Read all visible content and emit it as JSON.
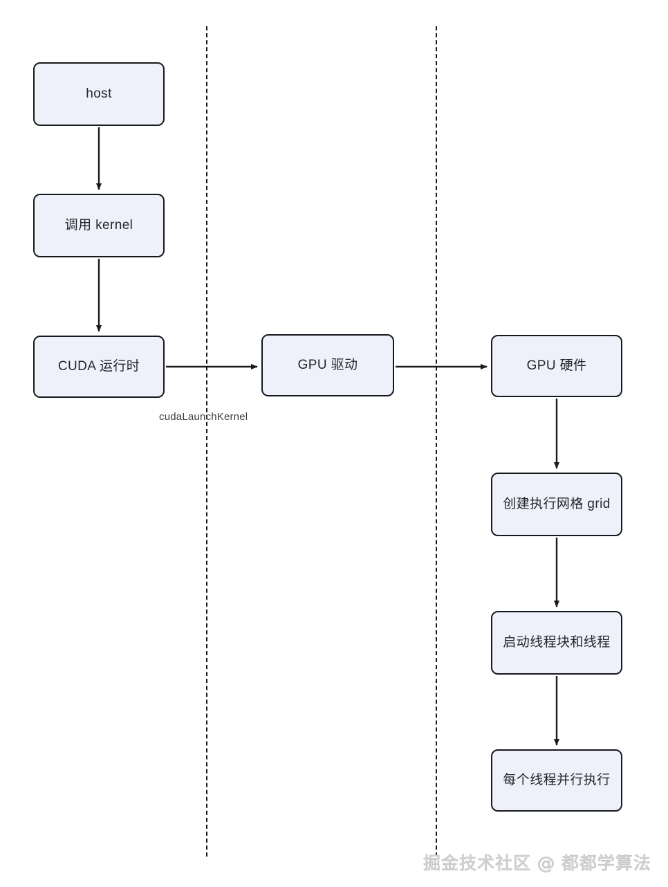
{
  "diagram": {
    "title": "CUDA kernel launch flow",
    "background_color": "#ffffff",
    "node_fill_color": "#eef1f9",
    "node_border_color": "#16181d",
    "arrow_color": "#1a1a1a",
    "divider_color": "#1a1a1a",
    "nodes": [
      {
        "id": "host",
        "label": "host"
      },
      {
        "id": "call_kernel",
        "label": "调用 kernel"
      },
      {
        "id": "cuda_runtime",
        "label": "CUDA 运行时"
      },
      {
        "id": "gpu_driver",
        "label": "GPU 驱动"
      },
      {
        "id": "gpu_hardware",
        "label": "GPU 硬件"
      },
      {
        "id": "create_grid",
        "label": "创建执行网格 grid"
      },
      {
        "id": "launch_blocks",
        "label": "启动线程块和线程"
      },
      {
        "id": "threads_parallel",
        "label": "每个线程并行执行"
      }
    ],
    "edges": [
      {
        "from": "host",
        "to": "call_kernel",
        "label": ""
      },
      {
        "from": "call_kernel",
        "to": "cuda_runtime",
        "label": ""
      },
      {
        "from": "cuda_runtime",
        "to": "gpu_driver",
        "label": "cudaLaunchKernel"
      },
      {
        "from": "gpu_driver",
        "to": "gpu_hardware",
        "label": ""
      },
      {
        "from": "gpu_hardware",
        "to": "create_grid",
        "label": ""
      },
      {
        "from": "create_grid",
        "to": "launch_blocks",
        "label": ""
      },
      {
        "from": "launch_blocks",
        "to": "threads_parallel",
        "label": ""
      }
    ],
    "edge_labels": {
      "cuda_launch_kernel": "cudaLaunchKernel"
    },
    "dividers": [
      {
        "id": "divider-1",
        "orientation": "vertical",
        "style": "dashed"
      },
      {
        "id": "divider-2",
        "orientation": "vertical",
        "style": "dashed"
      }
    ]
  },
  "watermark": {
    "text": "掘金技术社区 @ 都都学算法"
  }
}
